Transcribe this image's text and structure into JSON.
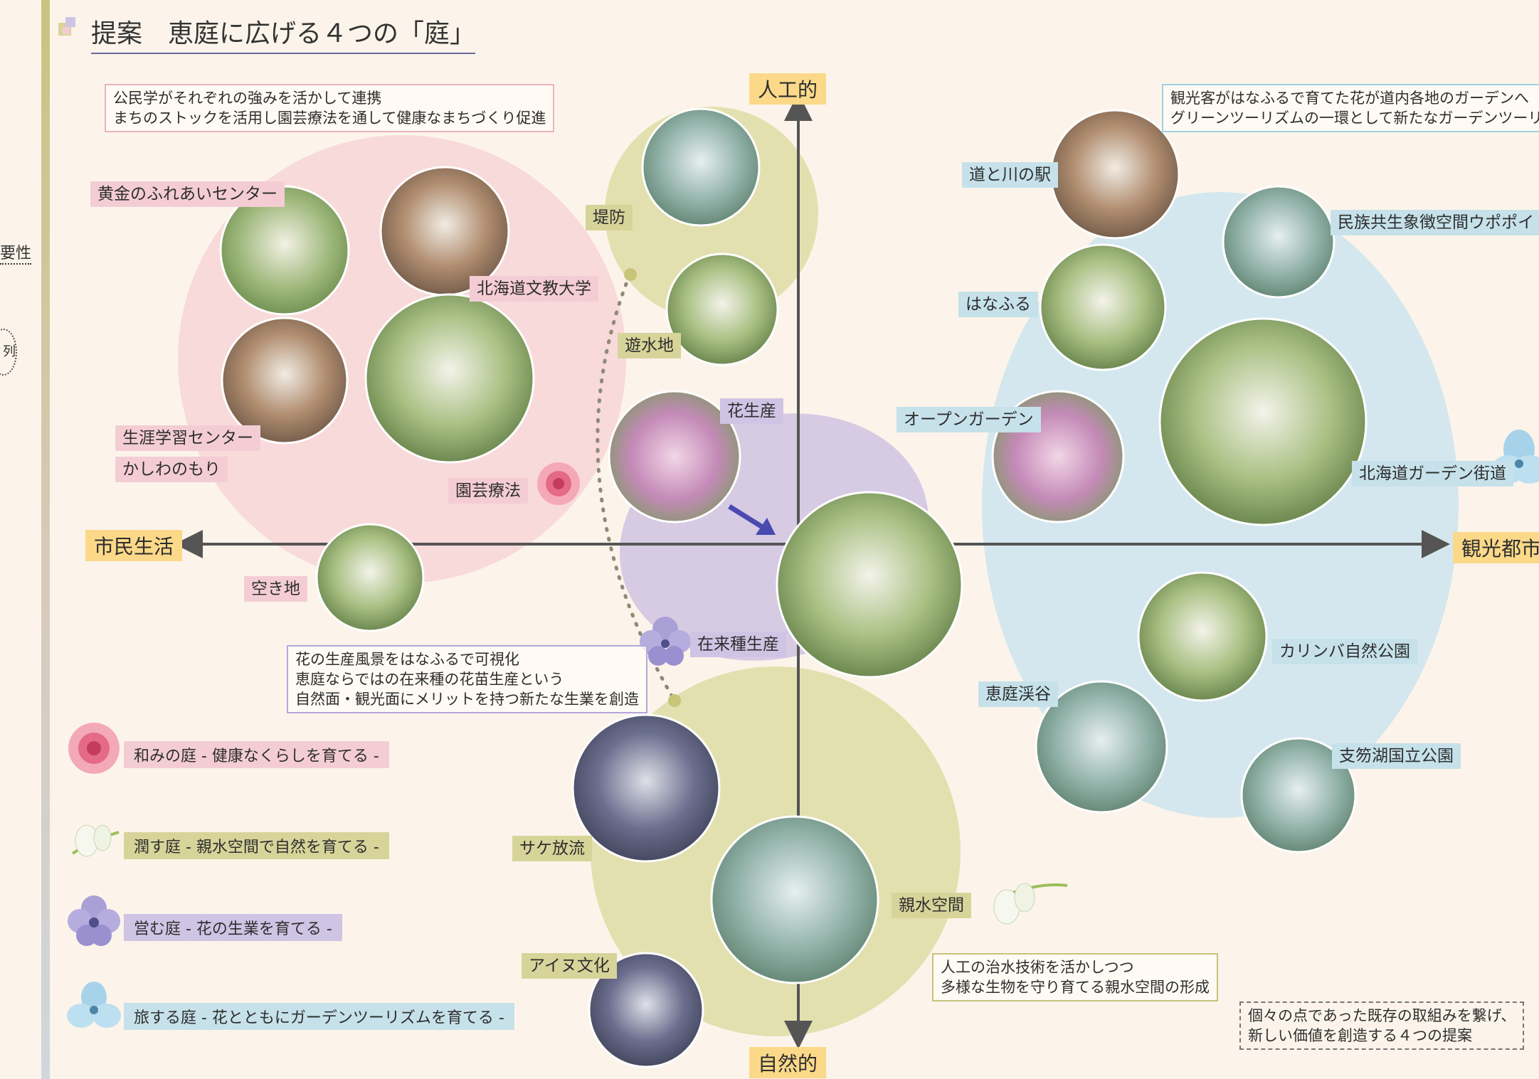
{
  "title": "提案　恵庭に広げる４つの「庭」",
  "axes": {
    "top": "人工的",
    "bottom": "自然的",
    "left": "市民生活",
    "right": "観光都市"
  },
  "notes": {
    "pink": [
      "公民学がそれぞれの強みを活かして連携",
      "まちのストックを活用し園芸療法を通して健康なまちづくり促進"
    ],
    "blue": [
      "観光客がはなふるで育てた花が道内各地のガーデンへ",
      "グリーンツーリズムの一環として新たなガーデンツーリズム促進"
    ],
    "purple": [
      "花の生産風景をはなふるで可視化",
      "恵庭ならではの在来種の花苗生産という",
      "自然面・観光面にメリットを持つ新たな生業を創造"
    ],
    "green": [
      "人工の治水技術を活かしつつ",
      "多様な生物を守り育てる親水空間の形成"
    ],
    "summary": [
      "個々の点であった既存の取組みを繋げ、",
      "新しい価値を創造する４つの提案"
    ]
  },
  "places": {
    "koganenofureai": "黄金のふれあいセンター",
    "bunkyo": "北海道文教大学",
    "shogai_1": "生涯学習センター",
    "shogai_2": "かしわのもり",
    "engei": "園芸療法",
    "akichi": "空き地",
    "teibo": "堤防",
    "yusuichi": "遊水地",
    "hana_seisan": "花生産",
    "zairaishu": "在来種生産",
    "michikawa": "道と川の駅",
    "upopoy": "民族共生象徴空間ウポポイ",
    "hanafuru": "はなふる",
    "opengarden": "オープンガーデン",
    "gardenkaido": "北海道ガーデン街道",
    "karinba": "カリンバ自然公園",
    "eniwakeikoku": "恵庭渓谷",
    "shikotsu": "支笏湖国立公園",
    "sake": "サケ放流",
    "shinsui": "親水空間",
    "ainu": "アイヌ文化"
  },
  "legend": [
    {
      "label": "和みの庭 - 健康なくらしを育てる -",
      "color": "#f4cdd4",
      "icon": "rose-flower-icon"
    },
    {
      "label": "潤す庭 - 親水空間で自然を育てる -",
      "color": "#d7d49a",
      "icon": "snowdrop-flower-icon"
    },
    {
      "label": "営む庭 - 花の生業を育てる -",
      "color": "#cfc4e4",
      "icon": "violet-flower-icon"
    },
    {
      "label": "旅する庭 - 花とともにガーデンツーリズムを育てる -",
      "color": "#c6e1ea",
      "icon": "blue-flower-icon"
    }
  ],
  "cut_text": {
    "left_1": "要性",
    "left_2": "列"
  }
}
